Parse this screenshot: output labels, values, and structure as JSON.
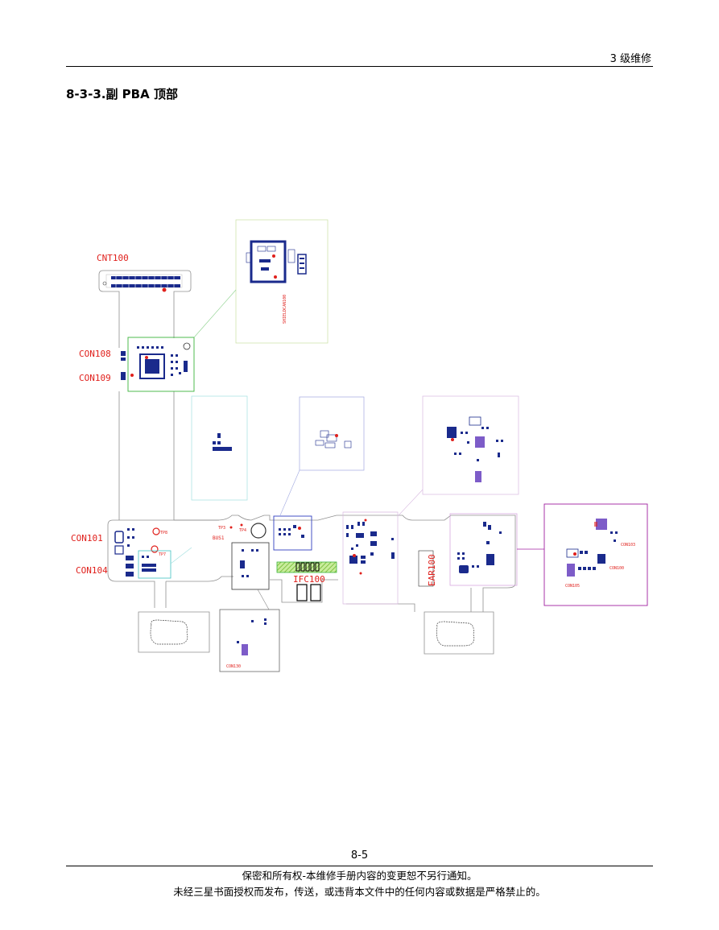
{
  "header": {
    "chapter": "3 级维修"
  },
  "section": {
    "title": "8-3-3.副 PBA 顶部"
  },
  "board": {
    "labels": {
      "cnt100": "CNT100",
      "con108": "CON108",
      "con109": "CON109",
      "con101": "CON101",
      "con104": "CON104",
      "ifc100": "IFC100",
      "ear100": "EAR100",
      "con103": "CON103",
      "con100": "CON100",
      "con105": "CON105",
      "con130": "CON130",
      "shield": "SHIELDCAN100",
      "tp3": "TP3",
      "tp4": "TP4",
      "tp7": "TP7",
      "tp8": "TP8",
      "bus1": "BUS1"
    },
    "colors": {
      "component": "#1a2a8c",
      "label": "#e0201c",
      "outline": "#909090",
      "zoom_green": "#3cb43c",
      "zoom_purple": "#a020a0",
      "zoom_cyan": "#40c0c0",
      "zoom_blue": "#3040c0",
      "hatch_green": "#8ed23c"
    }
  },
  "footer": {
    "page_number": "8-5",
    "line1": "保密和所有权-本维修手册内容的变更恕不另行通知。",
    "line2": "未经三星书面授权而发布，传送，或违背本文件中的任何内容或数据是严格禁止的。"
  }
}
